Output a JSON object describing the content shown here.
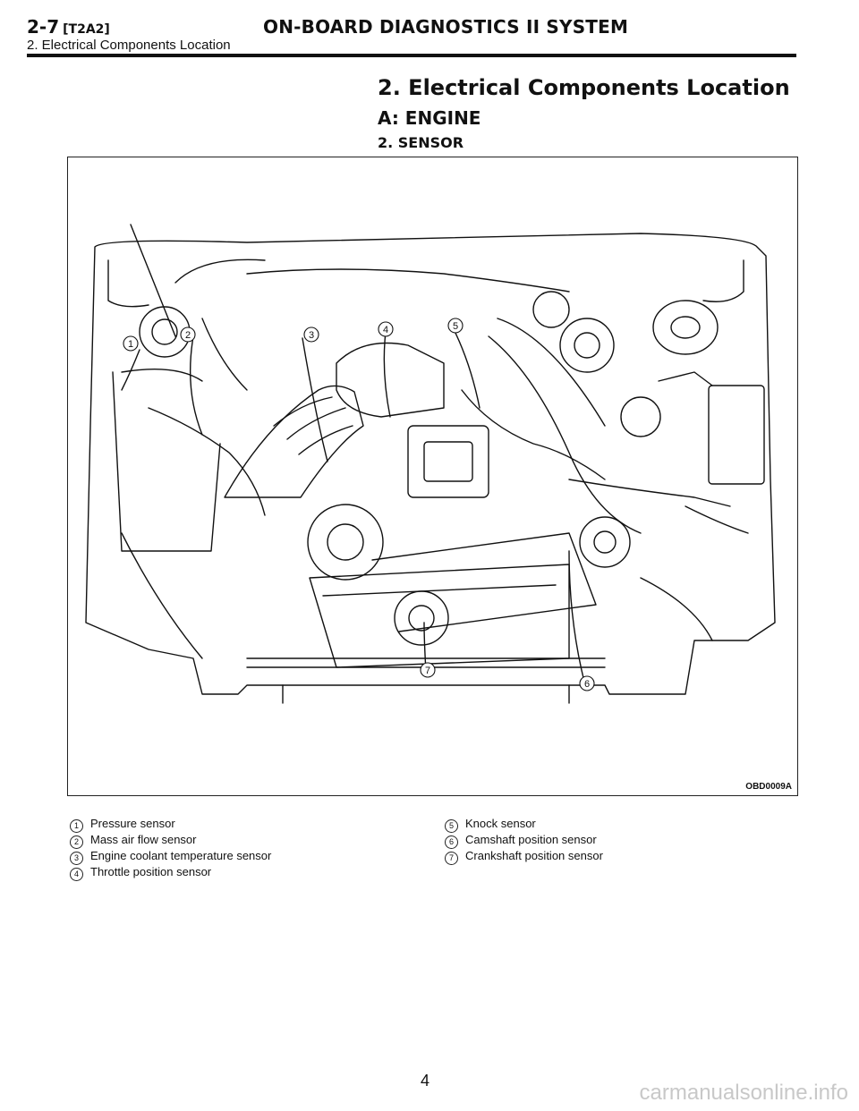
{
  "header": {
    "code": "2-7",
    "code_sub": "[T2A2]",
    "title": "ON-BOARD DIAGNOSTICS II SYSTEM",
    "subtitle": "2. Electrical Components Location"
  },
  "section": {
    "title": "2. Electrical Components Location",
    "subtitle": "A: ENGINE",
    "subsubtitle": "2. SENSOR"
  },
  "figure": {
    "code": "OBD0009A",
    "callouts": [
      "1",
      "2",
      "3",
      "4",
      "5",
      "6",
      "7"
    ]
  },
  "legend": {
    "left": [
      {
        "num": "1",
        "label": "Pressure sensor"
      },
      {
        "num": "2",
        "label": "Mass air flow sensor"
      },
      {
        "num": "3",
        "label": "Engine coolant temperature sensor"
      },
      {
        "num": "4",
        "label": "Throttle position sensor"
      }
    ],
    "right": [
      {
        "num": "5",
        "label": "Knock sensor"
      },
      {
        "num": "6",
        "label": "Camshaft position sensor"
      },
      {
        "num": "7",
        "label": "Crankshaft position sensor"
      }
    ]
  },
  "page_number": "4",
  "watermark": "carmanualsonline.info"
}
